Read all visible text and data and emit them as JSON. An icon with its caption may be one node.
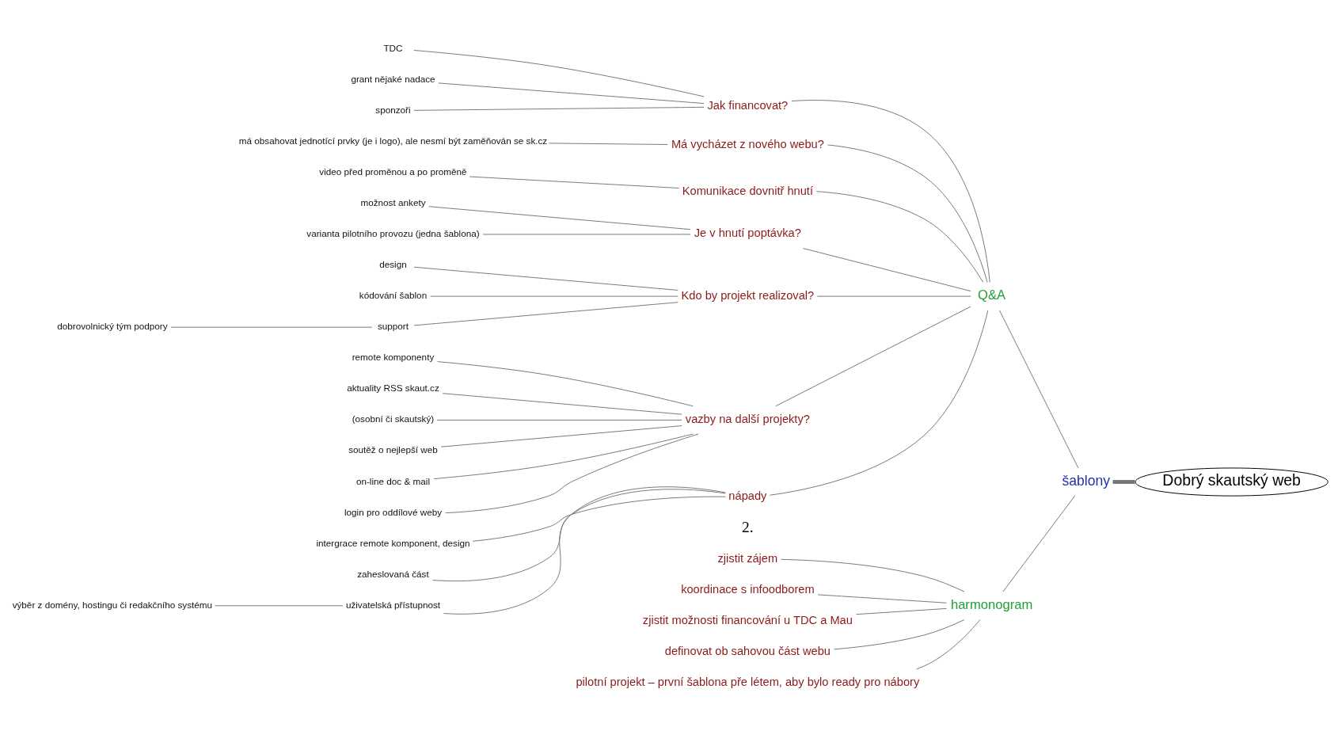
{
  "diagram": {
    "nodes": [
      {
        "text": [
          "Dobrý skautský web"
        ]
      },
      {
        "text": [
          "šablony"
        ]
      },
      {
        "text": [
          "Q&A"
        ]
      },
      {
        "text": [
          "Jak financovat?"
        ]
      },
      {
        "text": [
          "TDC"
        ]
      },
      {
        "text": [
          "grant nějaké nadace"
        ]
      },
      {
        "text": [
          "sponzoři"
        ]
      },
      {
        "text": [
          "Má vycházet z nového webu?"
        ]
      },
      {
        "text": [
          "má obsahovat jednotící prvky (je i logo), ale nesmí být zaměňován se sk.cz"
        ]
      },
      {
        "text": [
          "Komunikace dovnitř hnutí"
        ]
      },
      {
        "text": [
          "video před proměnou a po proměně"
        ]
      },
      {
        "text": [
          "Je v hnutí poptávka?"
        ]
      },
      {
        "text": [
          "možnost ankety"
        ]
      },
      {
        "text": [
          "varianta pilotního provozu (jedna šablona)"
        ]
      },
      {
        "text": [
          "Kdo by projekt realizoval?"
        ]
      },
      {
        "text": [
          "design"
        ]
      },
      {
        "text": [
          "kódování šablon"
        ]
      },
      {
        "text": [
          "support"
        ]
      },
      {
        "text": [
          "dobrovolnický tým podpory"
        ]
      },
      {
        "text": [
          "vazby na další projekty?"
        ]
      },
      {
        "text": [
          "remote komponenty"
        ]
      },
      {
        "text": [
          "aktuality RSS skaut.cz"
        ]
      },
      {
        "text": [
          "(osobní či skautský)"
        ]
      },
      {
        "text": [
          "soutěž o nejlepší web"
        ]
      },
      {
        "text": [
          "on-line doc & mail"
        ]
      },
      {
        "text": [
          "login pro oddílové weby"
        ]
      },
      {
        "text": [
          "nápady"
        ]
      },
      {
        "text": [
          "intergrace remote komponent, design"
        ]
      },
      {
        "text": [
          "zaheslovaná část"
        ]
      },
      {
        "text": [
          "uživatelská přístupnost"
        ]
      },
      {
        "text": [
          "výběr z domény, hostingu či redakčního systému"
        ]
      },
      {
        "text": [
          "harmonogram"
        ]
      },
      {
        "text": [
          "zjistit zájem"
        ]
      },
      {
        "text": [
          "koordinace s infoodborem"
        ]
      },
      {
        "text": [
          "zjistit možnosti financování u TDC a Mau"
        ]
      },
      {
        "text": [
          "definovat ob sahovou část webu"
        ]
      },
      {
        "text": [
          "pilotní projekt – první šablona pře létem, aby bylo ready pro nábory"
        ]
      }
    ],
    "edges": [
      {
        "from": 0,
        "to": 1,
        "arrow": "none",
        "style": "thick"
      },
      {
        "from": 1,
        "to": 2,
        "arrow": "none"
      },
      {
        "from": 2,
        "to": 3,
        "arrow": "none"
      },
      {
        "from": 3,
        "to": 4,
        "arrow": "none"
      },
      {
        "from": 3,
        "to": 5,
        "arrow": "none"
      },
      {
        "from": 3,
        "to": 6,
        "arrow": "none"
      },
      {
        "from": 2,
        "to": 7,
        "arrow": "none"
      },
      {
        "from": 7,
        "to": 8,
        "arrow": "none"
      },
      {
        "from": 2,
        "to": 9,
        "arrow": "none"
      },
      {
        "from": 9,
        "to": 10,
        "arrow": "none"
      },
      {
        "from": 2,
        "to": 11,
        "arrow": "none"
      },
      {
        "from": 11,
        "to": 12,
        "arrow": "none"
      },
      {
        "from": 11,
        "to": 13,
        "arrow": "none"
      },
      {
        "from": 2,
        "to": 14,
        "arrow": "none"
      },
      {
        "from": 14,
        "to": 15,
        "arrow": "none"
      },
      {
        "from": 14,
        "to": 16,
        "arrow": "none"
      },
      {
        "from": 14,
        "to": 17,
        "arrow": "none"
      },
      {
        "from": 17,
        "to": 18,
        "arrow": "none"
      },
      {
        "from": 2,
        "to": 19,
        "arrow": "none"
      },
      {
        "from": 19,
        "to": 20,
        "arrow": "none"
      },
      {
        "from": 19,
        "to": 21,
        "arrow": "none"
      },
      {
        "from": 19,
        "to": 22,
        "arrow": "none"
      },
      {
        "from": 19,
        "to": 23,
        "arrow": "none"
      },
      {
        "from": 19,
        "to": 24,
        "arrow": "none"
      },
      {
        "from": 19,
        "to": 25,
        "arrow": "none"
      },
      {
        "from": 2,
        "to": 26,
        "arrow": "none"
      },
      {
        "from": 26,
        "to": 27,
        "arrow": "none"
      },
      {
        "from": 26,
        "to": 28,
        "arrow": "none"
      },
      {
        "from": 26,
        "to": 29,
        "arrow": "none"
      },
      {
        "from": 29,
        "to": 30,
        "arrow": "none"
      },
      {
        "from": 1,
        "to": 31,
        "arrow": "none"
      },
      {
        "from": 31,
        "to": 32,
        "arrow": "none"
      },
      {
        "from": 31,
        "to": 33,
        "arrow": "none"
      },
      {
        "from": 31,
        "to": 34,
        "arrow": "none"
      },
      {
        "from": 31,
        "to": 35,
        "arrow": "none"
      },
      {
        "from": 31,
        "to": 36,
        "arrow": "none"
      }
    ],
    "labels": [
      "2."
    ]
  }
}
